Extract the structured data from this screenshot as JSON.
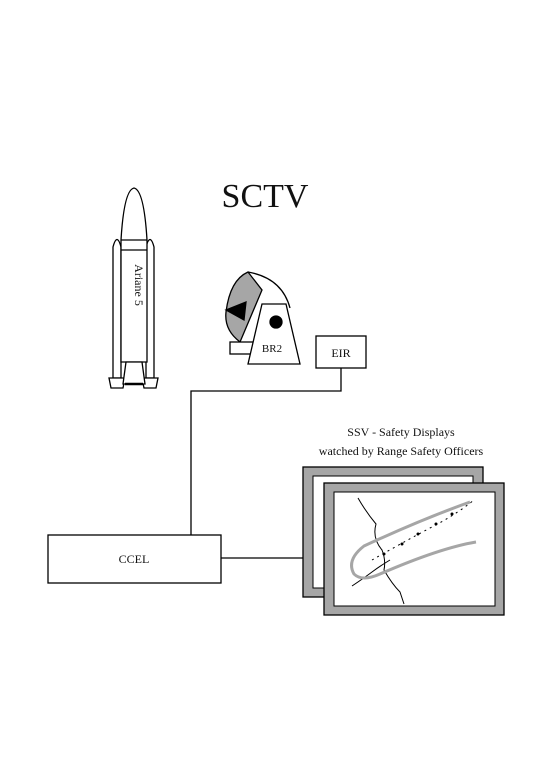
{
  "title": "SCTV",
  "rocket": {
    "label": "Ariane 5"
  },
  "radar": {
    "label": "BR2"
  },
  "eir": {
    "label": "EIR"
  },
  "ccel": {
    "label": "CCEL"
  },
  "ssv": {
    "caption_line1": "SSV - Safety Displays",
    "caption_line2": "watched by Range Safety Officers"
  },
  "colors": {
    "line": "#000000",
    "grey": "#a6a6a6",
    "fill": "#ffffff"
  }
}
